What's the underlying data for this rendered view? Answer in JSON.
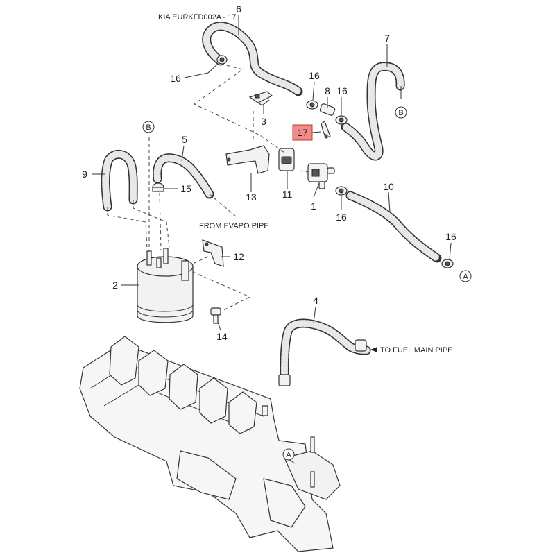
{
  "title": "KIA EURKFD002A - 17",
  "callouts": {
    "c6": "6",
    "c7": "7",
    "c16a": "16",
    "c16b": "16",
    "c8": "8",
    "c16c": "16",
    "c3": "3",
    "c17": "17",
    "c5": "5",
    "c9": "9",
    "c15": "15",
    "c13": "13",
    "c11": "11",
    "c1": "1",
    "c10": "10",
    "c16d": "16",
    "c16e": "16",
    "c12": "12",
    "c2": "2",
    "c14": "14",
    "c4": "4"
  },
  "refs": {
    "b_top": "B",
    "b_left": "B",
    "a_right": "A",
    "a_bottom": "A"
  },
  "notes": {
    "from_evapo": "FROM EVAPO.PIPE",
    "to_fuel": "TO FUEL MAIN PIPE"
  },
  "highlight_color": "#f28b8b"
}
